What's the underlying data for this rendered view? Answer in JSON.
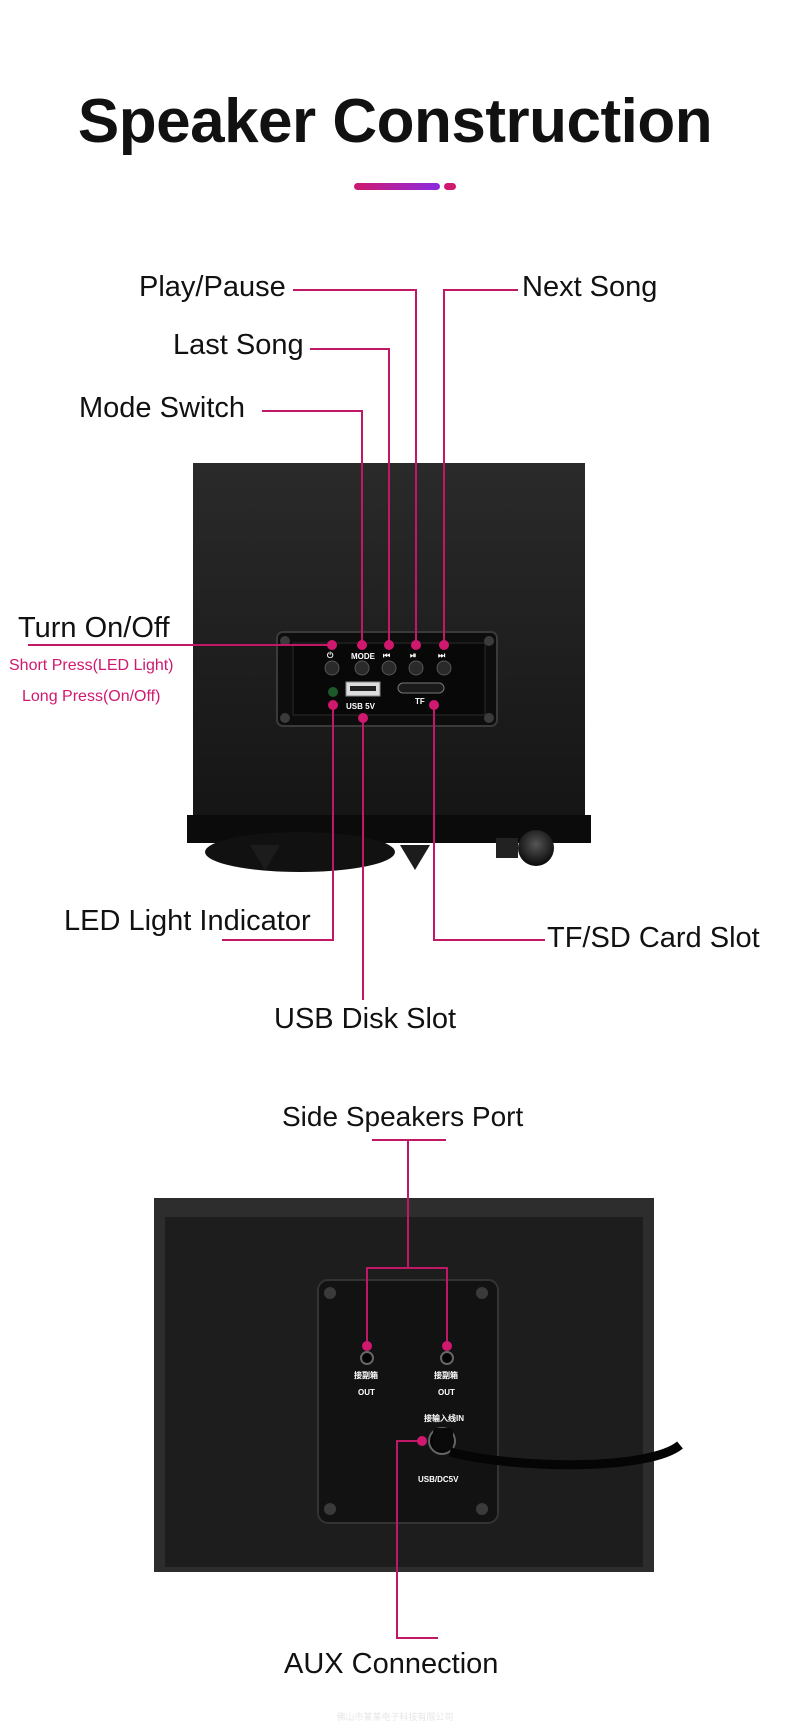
{
  "title": "Speaker Construction",
  "accent": "#d0186e",
  "front_labels": {
    "play_pause": "Play/Pause",
    "next_song": "Next Song",
    "last_song": "Last Song",
    "mode_switch": "Mode Switch",
    "turn_on_off": "Turn On/Off",
    "short_press": "Short Press(LED Light)",
    "long_press": "Long Press(On/Off)",
    "led_indicator": "LED Light Indicator",
    "tf_slot": "TF/SD Card Slot",
    "usb_slot": "USB Disk Slot"
  },
  "panel_markings": {
    "mode": "MODE",
    "usb": "USB 5V",
    "tf": "TF",
    "power_symbol": "⏻",
    "prev_symbol": "⏮",
    "play_symbol": "⏯",
    "next_symbol": "⏭"
  },
  "back_labels": {
    "side_port": "Side Speakers Port",
    "aux": "AUX Connection"
  },
  "back_markings": {
    "left_cn": "接副箱",
    "right_cn": "接副箱",
    "out_left": "OUT",
    "out_right": "OUT",
    "input_cn": "接输入线IN",
    "power": "USB/DC5V"
  },
  "watermark": "佛山市某某电子科技有限公司"
}
